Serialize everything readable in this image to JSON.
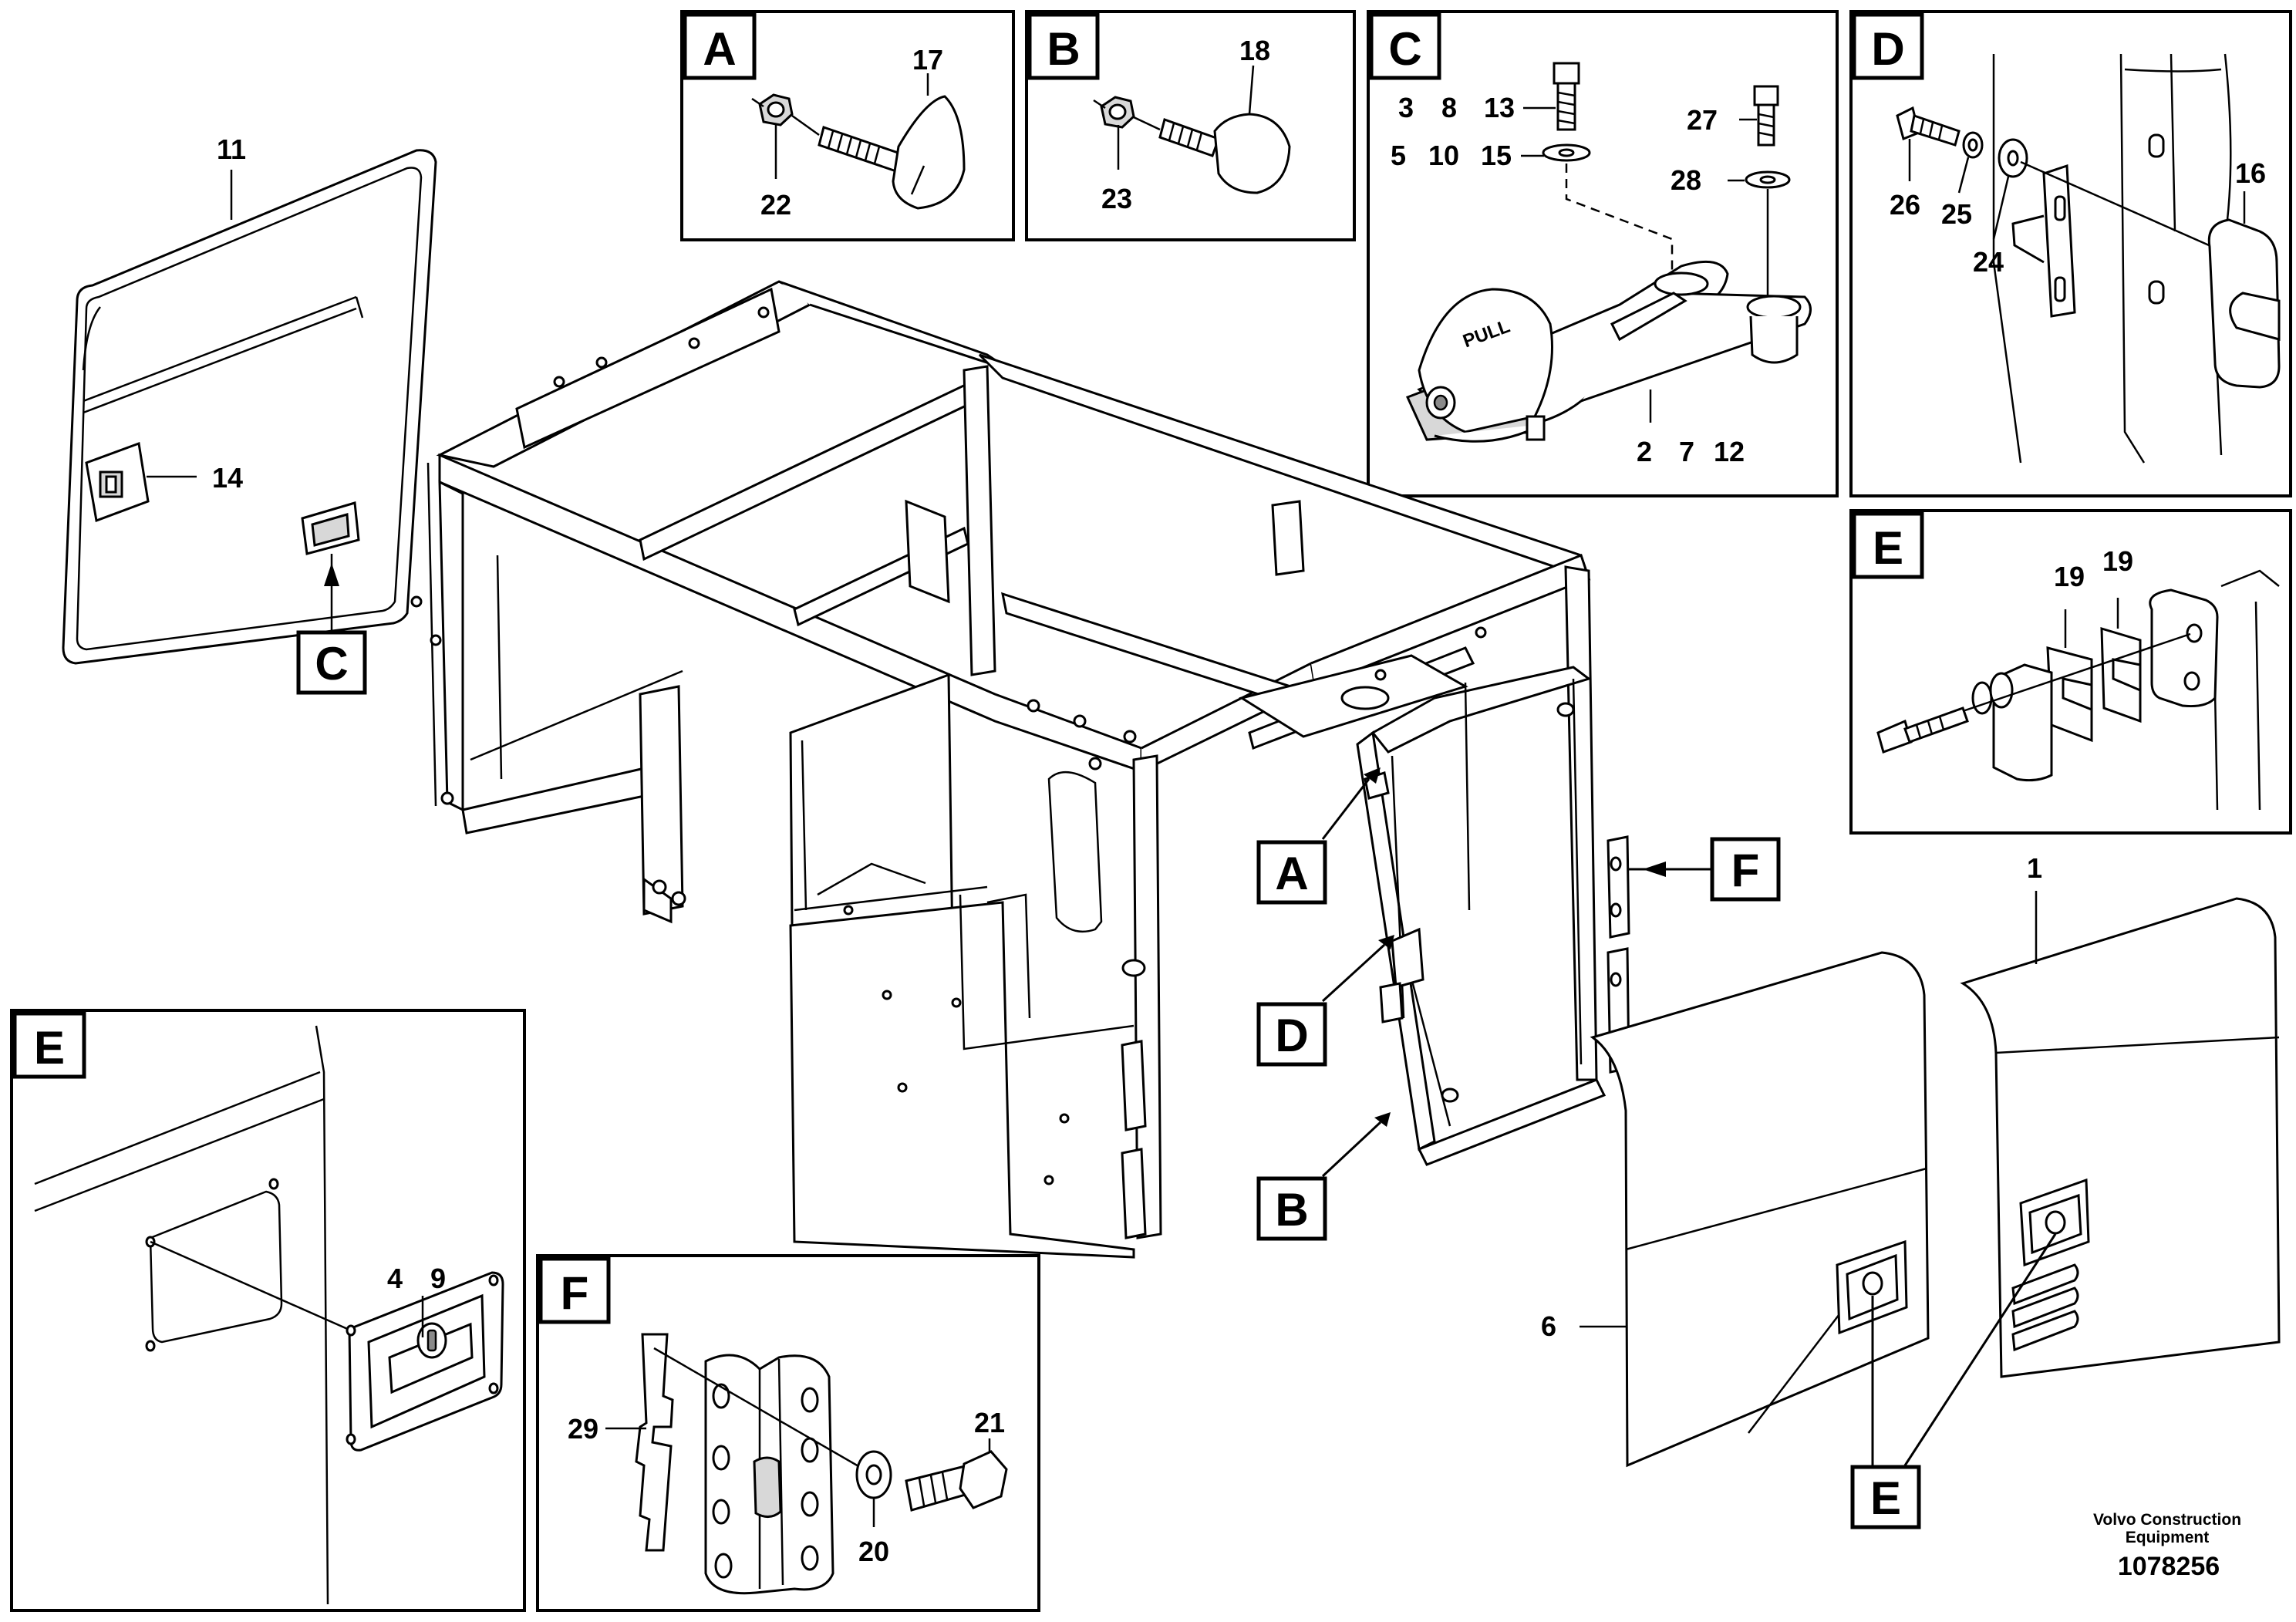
{
  "detail_boxes": [
    {
      "letter": "A",
      "parts": [
        "17",
        "22"
      ]
    },
    {
      "letter": "B",
      "parts": [
        "18",
        "23"
      ]
    },
    {
      "letter": "C",
      "parts": [
        "3",
        "8",
        "13",
        "5",
        "10",
        "15",
        "27",
        "28",
        "2",
        "7",
        "12"
      ]
    },
    {
      "letter": "D",
      "parts": [
        "26",
        "25",
        "24",
        "16"
      ]
    },
    {
      "letter": "E",
      "parts": [
        "19",
        "19"
      ]
    },
    {
      "letter": "E",
      "parts": [
        "4",
        "9"
      ]
    },
    {
      "letter": "F",
      "parts": [
        "29",
        "20",
        "21"
      ]
    }
  ],
  "callout_letters": [
    "C",
    "A",
    "F",
    "D",
    "B",
    "E"
  ],
  "part_numbers": [
    "11",
    "14",
    "1",
    "6"
  ],
  "embossed_text": "PULL",
  "credit": {
    "line1": "Volvo Construction",
    "line2": "Equipment",
    "id": "1078256"
  }
}
